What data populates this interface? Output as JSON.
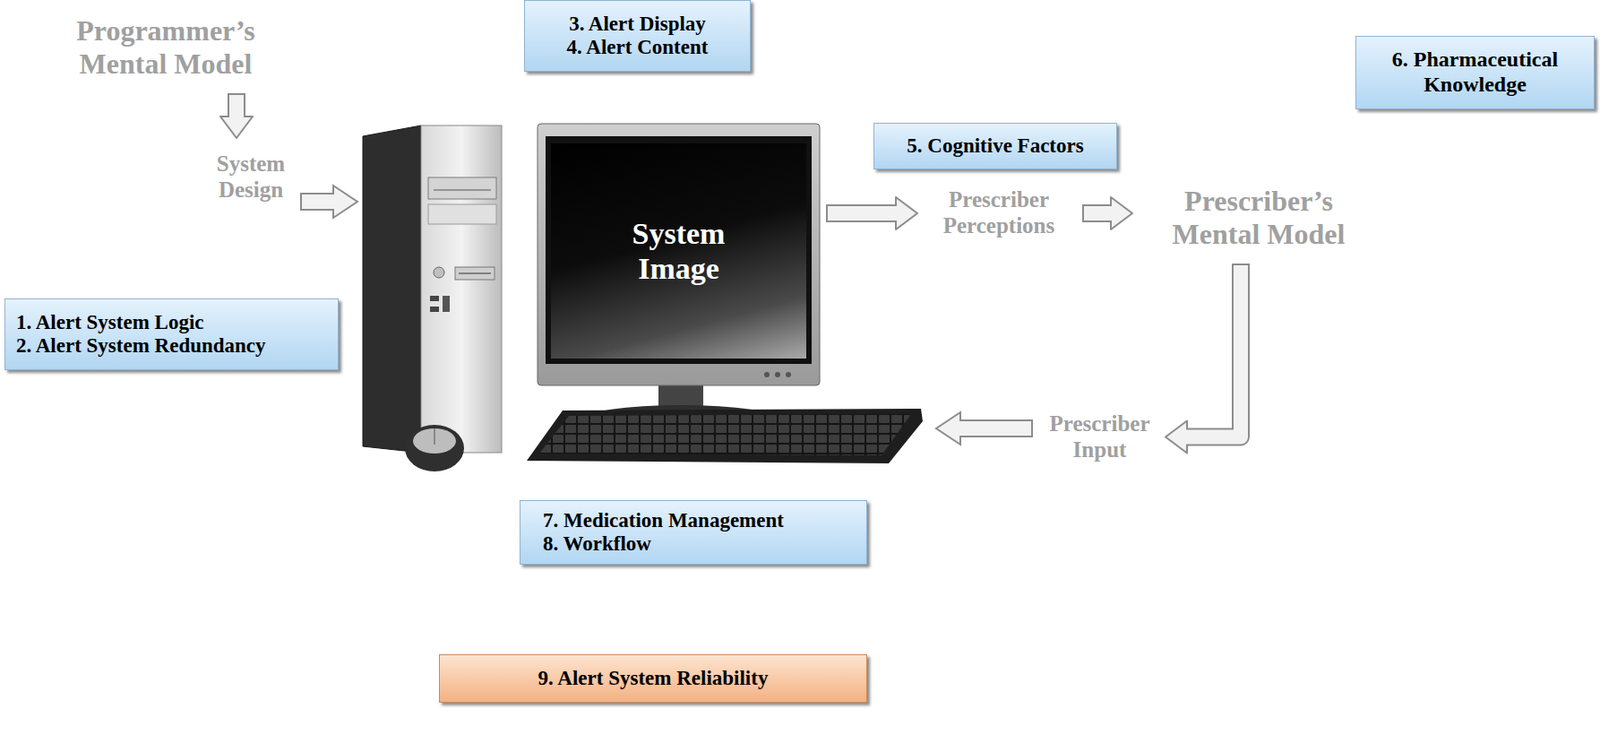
{
  "diagram": {
    "nodes": [
      {
        "text": [
          "Programmer’s Mental Model"
        ]
      },
      {
        "text": [
          "3. Alert Display",
          "4. Alert Content"
        ]
      },
      {
        "text": [
          "6. Pharmaceutical Knowledge"
        ]
      },
      {
        "text": [
          "5. Cognitive Factors"
        ]
      },
      {
        "text": [
          "System Design"
        ]
      },
      {
        "text": [
          "System Image"
        ]
      },
      {
        "text": [
          "Prescriber Perceptions"
        ]
      },
      {
        "text": [
          "Prescriber’s Mental Model"
        ]
      },
      {
        "text": [
          "1. Alert System Logic",
          "2. Alert System Redundancy"
        ]
      },
      {
        "text": [
          "Prescriber Input"
        ]
      },
      {
        "text": [
          "7. Medication Management",
          "8. Workflow"
        ]
      },
      {
        "text": [
          "9. Alert System Reliability"
        ]
      }
    ],
    "edges": [
      {
        "from": 0,
        "to": 4,
        "arrow": "to"
      },
      {
        "from": 5,
        "to": 6,
        "arrow": "to"
      },
      {
        "from": 6,
        "to": 7,
        "arrow": "to"
      },
      {
        "from": 7,
        "to": 9,
        "arrow": "to"
      }
    ]
  }
}
